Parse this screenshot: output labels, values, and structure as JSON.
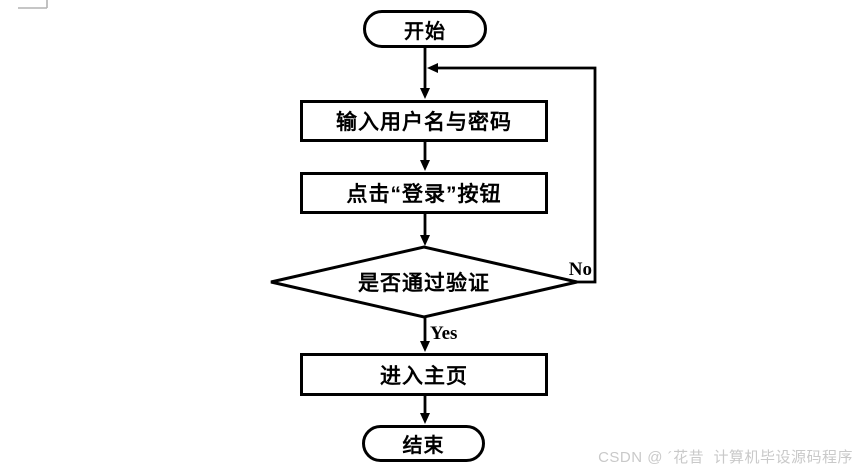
{
  "diagram": {
    "type": "flowchart",
    "nodes": [
      {
        "id": "start",
        "shape": "terminator",
        "label": "开始"
      },
      {
        "id": "input",
        "shape": "process",
        "label": "输入用户名与密码"
      },
      {
        "id": "click",
        "shape": "process",
        "label": "点击“登录”按钮"
      },
      {
        "id": "verify",
        "shape": "decision",
        "label": "是否通过验证"
      },
      {
        "id": "home",
        "shape": "process",
        "label": "进入主页"
      },
      {
        "id": "end",
        "shape": "terminator",
        "label": "结束"
      }
    ],
    "edges": [
      {
        "from": "start",
        "to": "input",
        "label": ""
      },
      {
        "from": "input",
        "to": "click",
        "label": ""
      },
      {
        "from": "click",
        "to": "verify",
        "label": ""
      },
      {
        "from": "verify",
        "to": "home",
        "label": "Yes"
      },
      {
        "from": "verify",
        "to": "input",
        "label": "No"
      },
      {
        "from": "home",
        "to": "end",
        "label": ""
      }
    ]
  },
  "watermark": "CSDN @ ´花昔  计算机毕设源码程序",
  "colors": {
    "line": "#000000",
    "background": "#ffffff",
    "watermark": "#c9c9c9",
    "corner_mark": "#b3b3b3"
  }
}
